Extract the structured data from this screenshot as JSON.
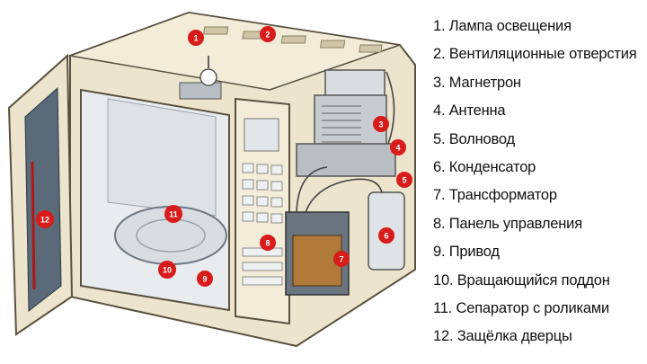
{
  "legend": {
    "items": [
      "1. Лампа освещения",
      "2. Вентиляционные отверстия",
      "3. Магнетрон",
      "4. Антенна",
      "5. Волновод",
      "6. Конденсатор",
      "7. Трансформатор",
      "8. Панель управления",
      "9. Привод",
      "10. Вращающийся поддон",
      "11. Сепаратор с роликами",
      "12. Защёлка дверцы"
    ]
  },
  "markers": [
    "1",
    "2",
    "3",
    "4",
    "5",
    "6",
    "7",
    "8",
    "9",
    "10",
    "11",
    "12"
  ],
  "colors": {
    "marker": "#d81c1c",
    "body": "#f0ead6",
    "body_shadow": "#c9c0a4",
    "cavity": "#e9ecef",
    "mesh": "#5a6a78",
    "legend_text": "#111111"
  }
}
